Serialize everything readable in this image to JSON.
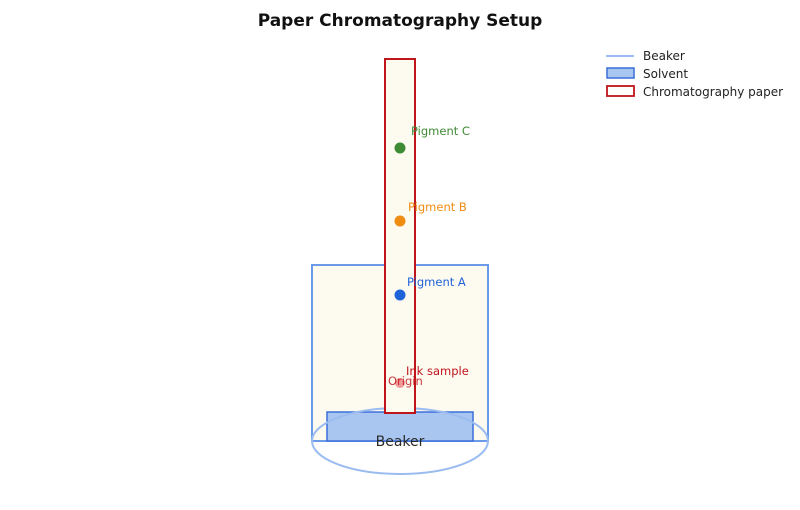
{
  "title": "Paper Chromatography Setup",
  "colors": {
    "beaker": "#6e9de0",
    "beaker_outline": "#6a9ae8",
    "solvent_fill": "#a9c6f0",
    "solvent_stroke": "#3a6fd8",
    "paper_fill": "#fdfaf0",
    "paper_stroke": "#c0141b",
    "pigment_c": "#3f8a35",
    "pigment_b": "#f08c12",
    "pigment_a": "#1f63d8",
    "origin_dot": "#ee8f8f",
    "ink_label": "#c0141b"
  },
  "legend": [
    {
      "label": "Beaker",
      "symbol": "line"
    },
    {
      "label": "Solvent",
      "symbol": "filled-box"
    },
    {
      "label": "Chromatography paper",
      "symbol": "outline-box"
    }
  ],
  "labels": {
    "pigment_c": "Pigment C",
    "pigment_b": "Pigment B",
    "pigment_a": "Pigment A",
    "ink_sample": "Ink sample",
    "origin": "Origin",
    "beaker": "Beaker"
  }
}
